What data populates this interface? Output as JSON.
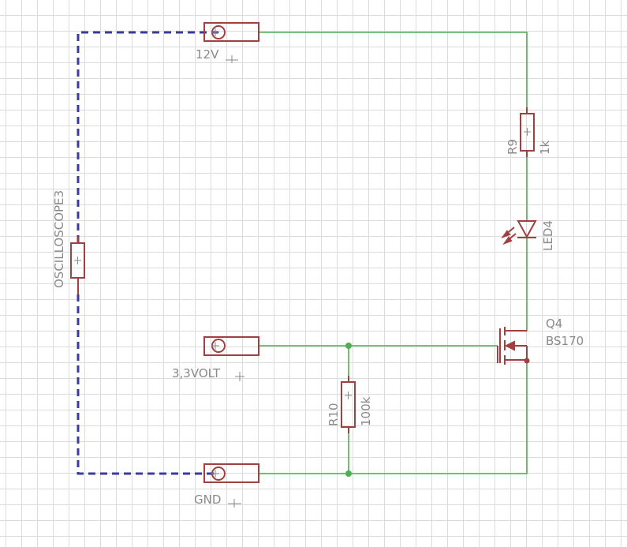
{
  "labels": {
    "oscilloscope": "OSCILLOSCOPE3",
    "pin_12v": "12V",
    "pin_3v3": "3,3VOLT",
    "pin_gnd": "GND",
    "r9_name": "R9",
    "r9_value": "1k",
    "led_name": "LED4",
    "q_name": "Q4",
    "q_value": "BS170",
    "r10_name": "R10",
    "r10_value": "100k"
  },
  "colors": {
    "wire": "#4caf50",
    "probe": "#3b3b9e",
    "part": "#a04040",
    "label": "#8a8a8a",
    "grid": "#dcdcdc"
  }
}
